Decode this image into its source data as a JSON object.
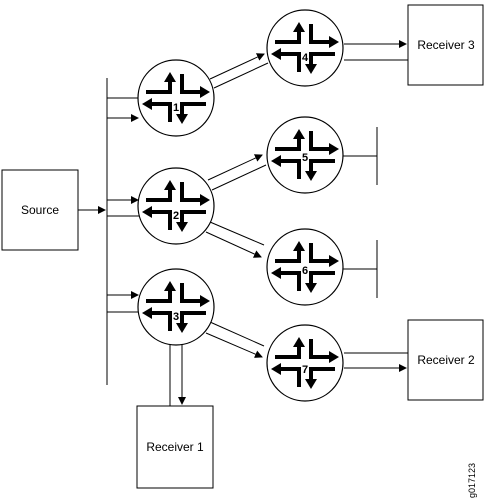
{
  "nodes": {
    "source": "Source",
    "receiver1": "Receiver 1",
    "receiver2": "Receiver 2",
    "receiver3": "Receiver 3"
  },
  "routers": [
    "1",
    "2",
    "3",
    "4",
    "5",
    "6",
    "7"
  ],
  "figure_id": "g017123"
}
